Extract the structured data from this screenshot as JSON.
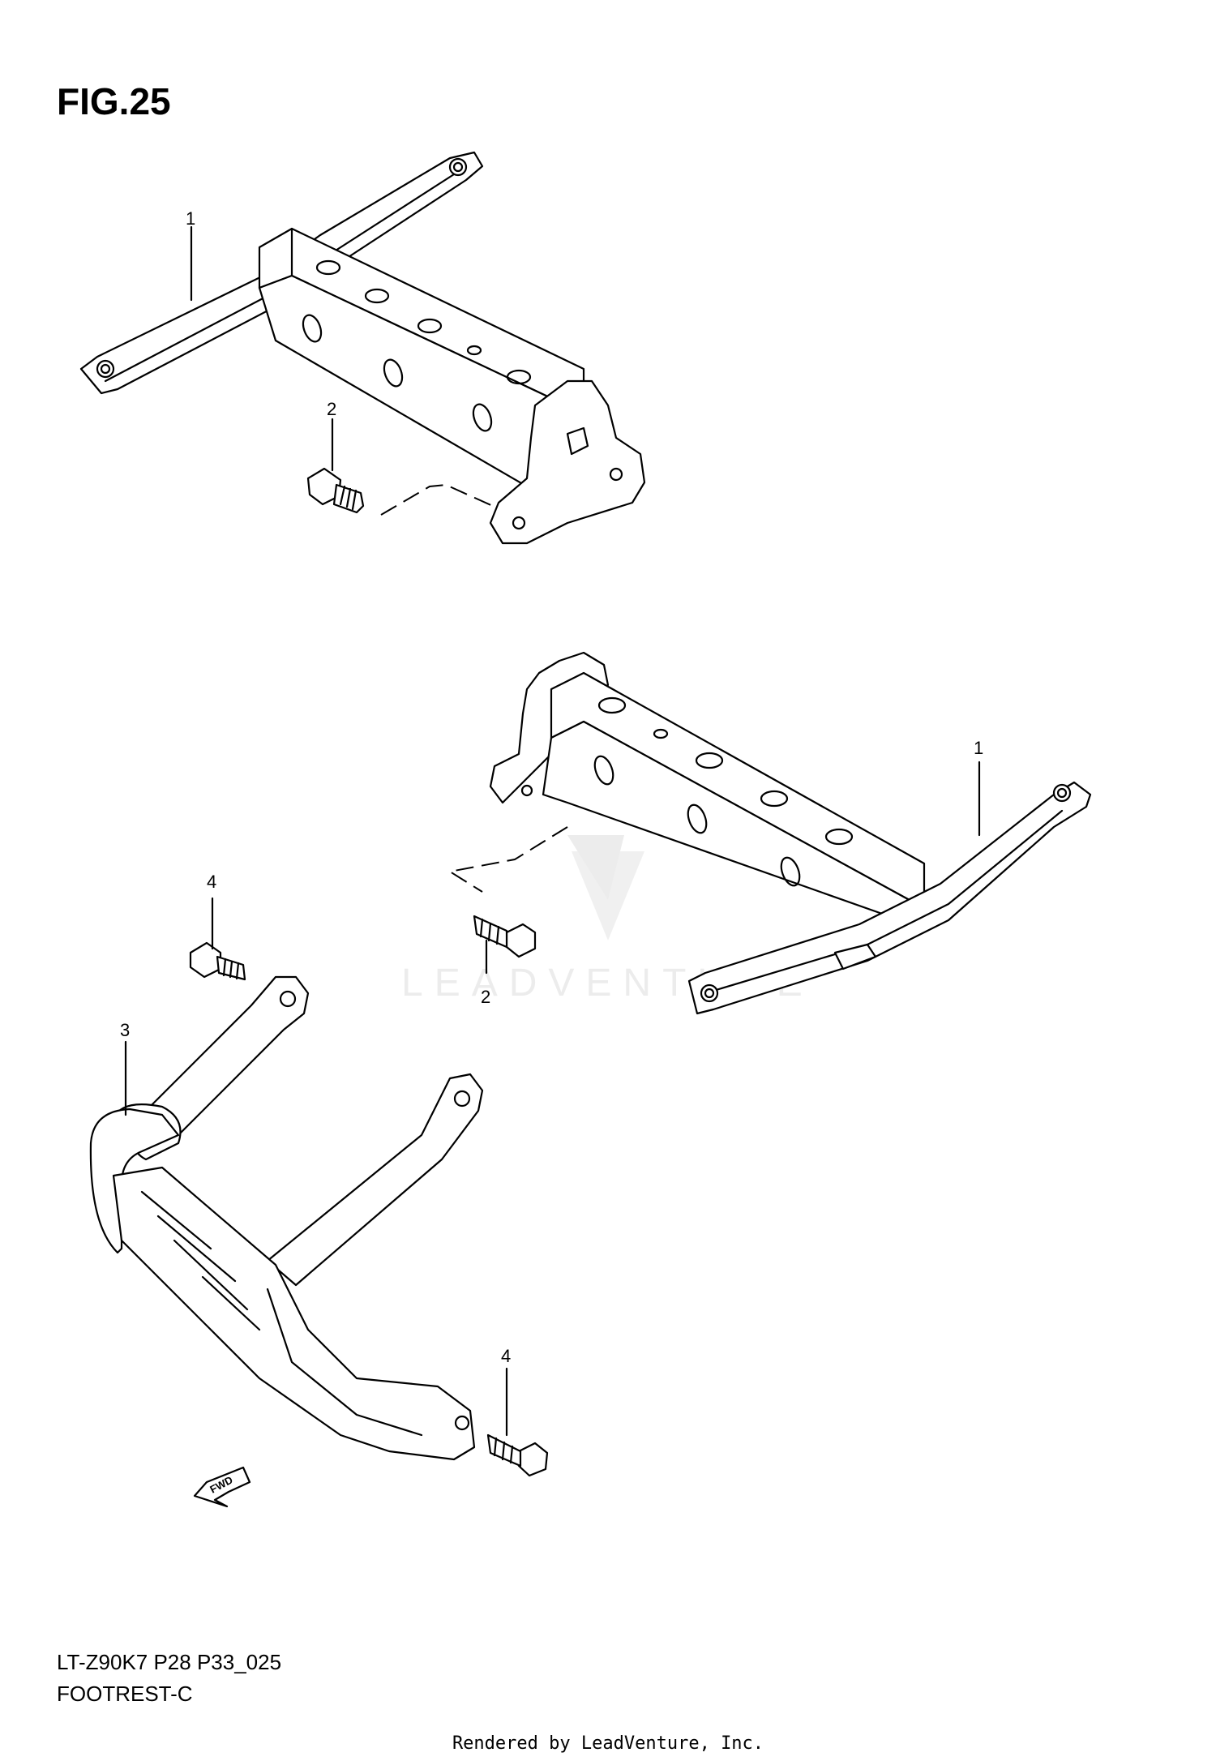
{
  "figure_title": "FIG.25",
  "callouts": [
    {
      "id": "c1a",
      "text": "1"
    },
    {
      "id": "c2a",
      "text": "2"
    },
    {
      "id": "c1b",
      "text": "1"
    },
    {
      "id": "c2b",
      "text": "2"
    },
    {
      "id": "c4a",
      "text": "4"
    },
    {
      "id": "c3",
      "text": "3"
    },
    {
      "id": "c4b",
      "text": "4"
    }
  ],
  "fwd_label": "FWD",
  "watermark": "LEADVENTURE",
  "footer": {
    "model_code": "LT-Z90K7 P28 P33_025",
    "section_name": "FOOTREST-C",
    "rendered_by": "Rendered by LeadVenture, Inc."
  }
}
